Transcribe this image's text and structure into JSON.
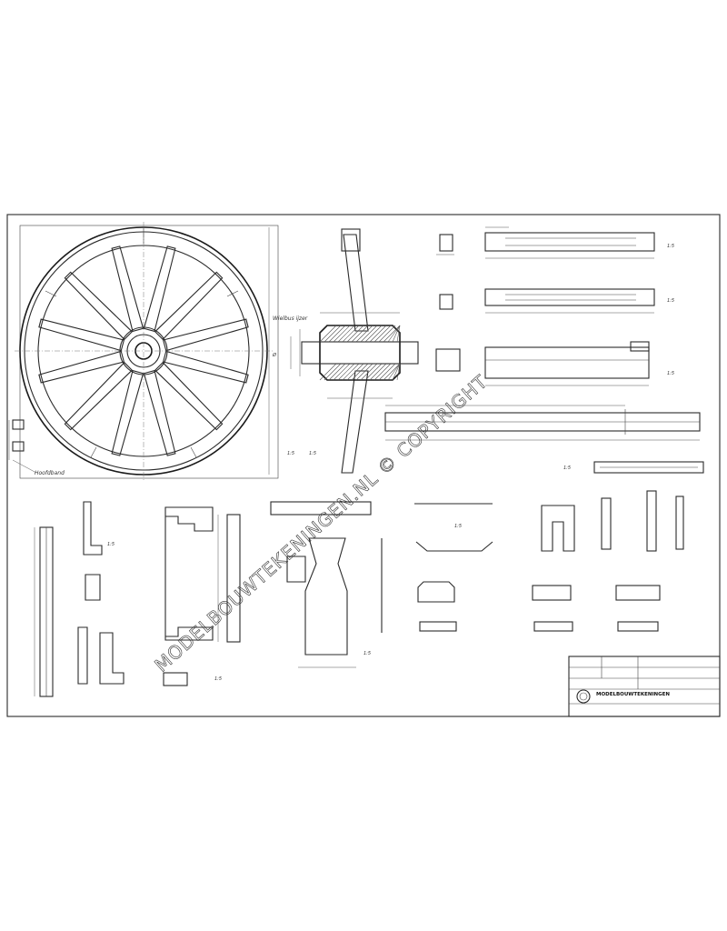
{
  "watermark": "MODELBOUWTEKENINGEN.NL © COPYRIGHT",
  "notes": {
    "rim_note": "Hoofdband",
    "axle_note_left": "Wielbus ijzer",
    "scale_marks": [
      "1:5",
      "1:5",
      "1:5",
      "1:5",
      "1:5",
      "1:5",
      "1:5",
      "1:5",
      "1:5",
      "1:5"
    ]
  },
  "title_block": {
    "row1_left": "",
    "row2_left": "",
    "signature": "",
    "right_line1": "",
    "right_line2": "",
    "company": "MODELBOUWTEKENINGEN",
    "subtitle": "",
    "drawing_number": ""
  },
  "icons": {
    "logo": "company-seal-icon"
  },
  "colors": {
    "paper": "#ffffff",
    "ink": "#2a2a2a"
  }
}
